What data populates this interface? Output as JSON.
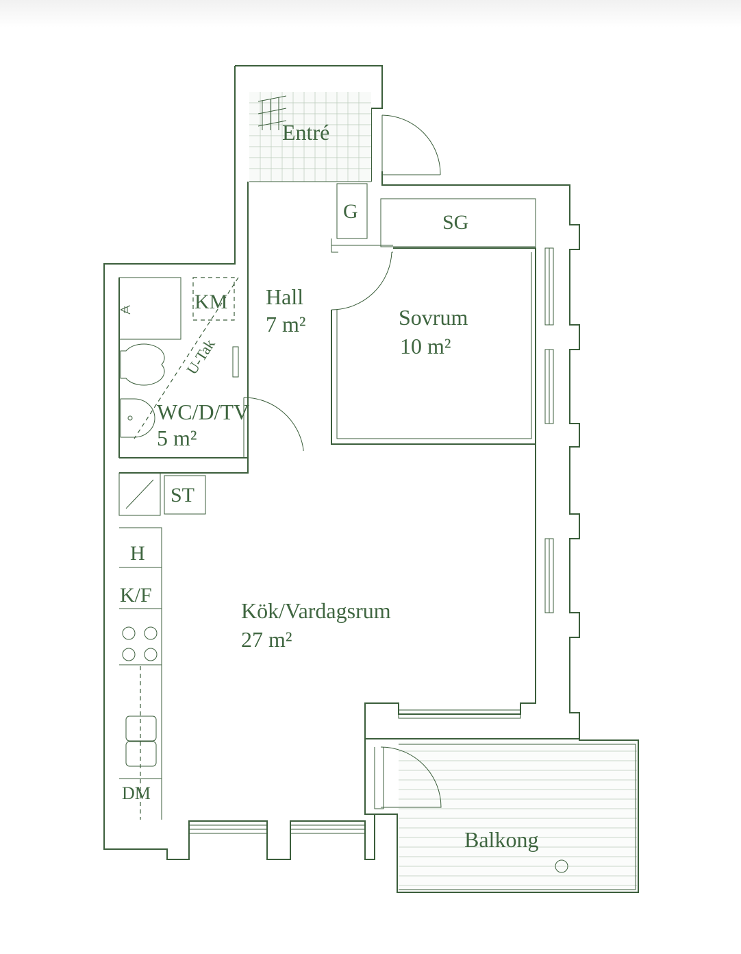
{
  "rooms": {
    "entre": "Entré",
    "hall_name": "Hall",
    "hall_area": "7 m²",
    "sovrum_name": "Sovrum",
    "sovrum_area": "10 m²",
    "wc_name": "WC/D/TV",
    "wc_area": "5 m²",
    "kok_name": "Kök/Vardagsrum",
    "kok_area": "27 m²",
    "balkong": "Balkong"
  },
  "labels": {
    "g": "G",
    "sg": "SG",
    "km": "KM",
    "utak": "U-Tak",
    "st": "ST",
    "h": "H",
    "kf": "K/F",
    "dm": "DM"
  },
  "colors": {
    "line": "#3b5e3b",
    "text": "#3f6640",
    "hatch": "#b9c9b9"
  }
}
